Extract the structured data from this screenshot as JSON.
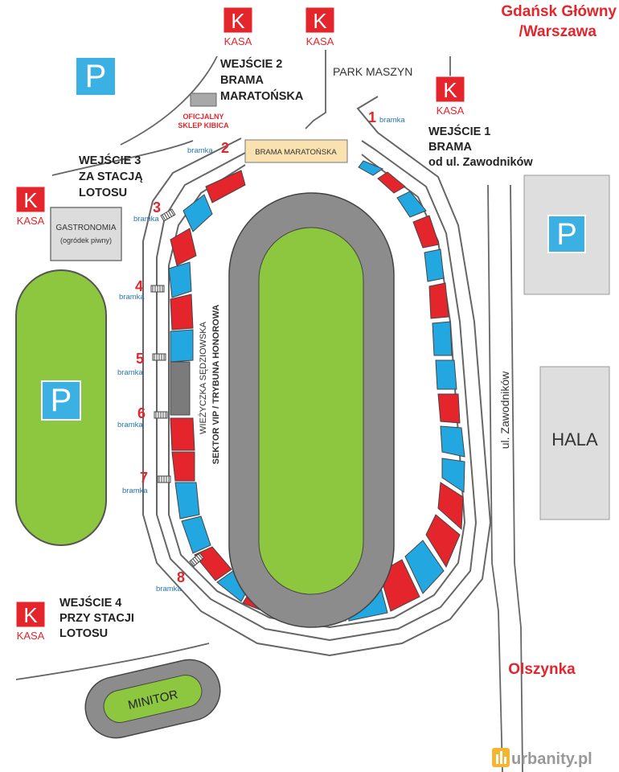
{
  "colors": {
    "red": "#e4252c",
    "blue": "#22a7e0",
    "green": "#8dc63f",
    "track": "#8c8c8c",
    "parking": "#3ab0e3",
    "outline": "#555555",
    "text_red": "#e4252c",
    "text_blue": "#2775b6",
    "gray_block": "#d9d9d9"
  },
  "destinations": {
    "north_line1": "Gdańsk Główny",
    "north_line2": "/Warszawa",
    "south": "Olszynka"
  },
  "kasa": {
    "letter": "K",
    "label": "KASA"
  },
  "parking": {
    "symbol": "P"
  },
  "entrances": {
    "e1": {
      "line1": "WEJŚCIE 1",
      "line2": "BRAMA",
      "line3": "od ul. Zawodników"
    },
    "e2": {
      "line1": "WEJŚCIE 2",
      "line2": "BRAMA",
      "line3": "MARATOŃSKA"
    },
    "e3": {
      "line1": "WEJŚCIE 3",
      "line2": "ZA STACJĄ",
      "line3": "LOTOSU"
    },
    "e4": {
      "line1": "WEJŚCIE 4",
      "line2": "PRZY STACJI",
      "line3": "LOTOSU"
    }
  },
  "gates": {
    "word": "bramka",
    "numbers": [
      "1",
      "2",
      "3",
      "4",
      "5",
      "6",
      "7",
      "8"
    ]
  },
  "labels": {
    "park_maszyn": "PARK MASZYN",
    "brama_maratonska": "BRAMA MARATOŃSKA",
    "shop_line1": "OFICJALNY",
    "shop_line2": "SKLEP KIBICA",
    "gastronomia_line1": "GASTRONOMIA",
    "gastronomia_line2": "(ogródek piwny)",
    "tower": "WIEŻYCZKA SĘDZIOWSKA",
    "vip": "SEKTOR VIP / TRYBUNA HONOROWA",
    "street": "ul. Zawodników",
    "hala": "HALA",
    "minitor": "MINITOR"
  },
  "watermark": {
    "text": "urbanity.pl"
  }
}
